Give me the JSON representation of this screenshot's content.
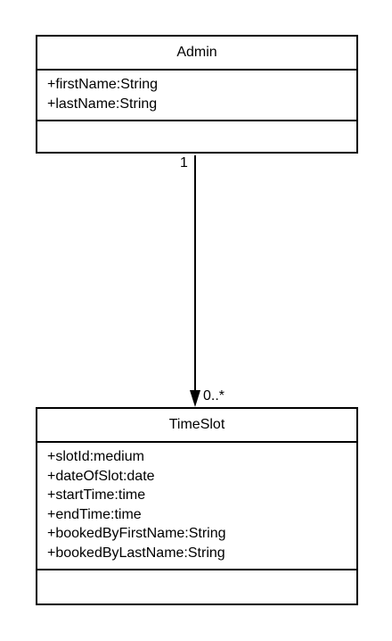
{
  "classes": [
    {
      "name": "Admin",
      "attributes": [
        "+firstName:String",
        "+lastName:String"
      ],
      "methods": []
    },
    {
      "name": "TimeSlot",
      "attributes": [
        "+slotId:medium",
        "+dateOfSlot:date",
        "+startTime:time",
        "+endTime:time",
        "+bookedByFirstName:String",
        "+bookedByLastName:String"
      ],
      "methods": []
    }
  ],
  "association": {
    "from": "Admin",
    "to": "TimeSlot",
    "source_multiplicity": "1",
    "target_multiplicity": "0..*",
    "directed": true
  },
  "colors": {
    "stroke": "#000000",
    "background": "#ffffff"
  }
}
